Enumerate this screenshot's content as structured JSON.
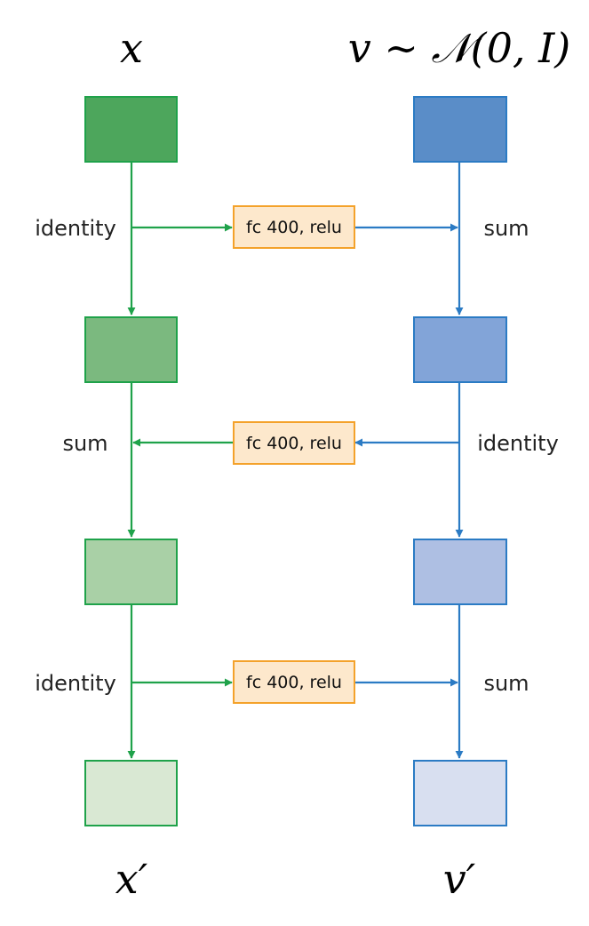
{
  "titles": {
    "left_top": "x",
    "right_top": "v ∼ 𝒩(0, I)",
    "left_bottom": "x′",
    "right_bottom": "v′"
  },
  "colors": {
    "green": "#1fa24a",
    "blue": "#2b7bc4",
    "orange_border": "#f4a22b",
    "orange_fill": "#fde8cc",
    "green_fills": [
      "#4da65c",
      "#7bb97f",
      "#a9d0a6",
      "#d9e8d3"
    ],
    "blue_fills": [
      "#5a8dc8",
      "#82a4d8",
      "#aebfe3",
      "#d8dff0"
    ]
  },
  "stages": [
    {
      "left_label": "identity",
      "fc_label": "fc 400, relu",
      "right_label": "sum",
      "direction": "left-to-right"
    },
    {
      "left_label": "sum",
      "fc_label": "fc 400, relu",
      "right_label": "identity",
      "direction": "right-to-left"
    },
    {
      "left_label": "identity",
      "fc_label": "fc 400, relu",
      "right_label": "sum",
      "direction": "left-to-right"
    }
  ]
}
